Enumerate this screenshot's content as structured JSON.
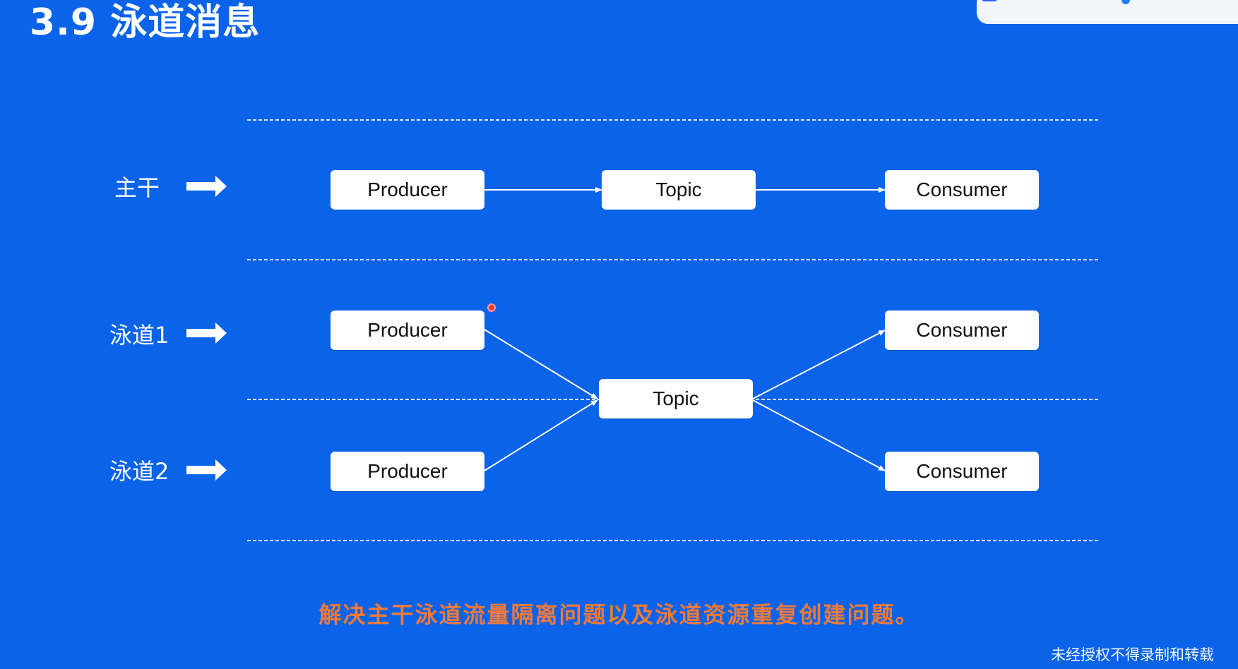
{
  "header": {
    "title": "3.9 泳道消息",
    "tab_left": "",
    "tab_right": ""
  },
  "lanes": {
    "main": "主干",
    "lane1": "泳道1",
    "lane2": "泳道2"
  },
  "nodes": {
    "main_producer": "Producer",
    "main_topic": "Topic",
    "main_consumer": "Consumer",
    "lane_producer_1": "Producer",
    "lane_producer_2": "Producer",
    "lane_topic": "Topic",
    "lane_consumer_1": "Consumer",
    "lane_consumer_2": "Consumer"
  },
  "footnote": "解决主干泳道流量隔离问题以及泳道资源重复创建问题。",
  "watermark": "未经授权不得录制和转载",
  "colors": {
    "background": "#0a63e8",
    "node_fill": "#ffffff",
    "footnote": "#f07a3a",
    "pointer": "#e83a3a"
  }
}
